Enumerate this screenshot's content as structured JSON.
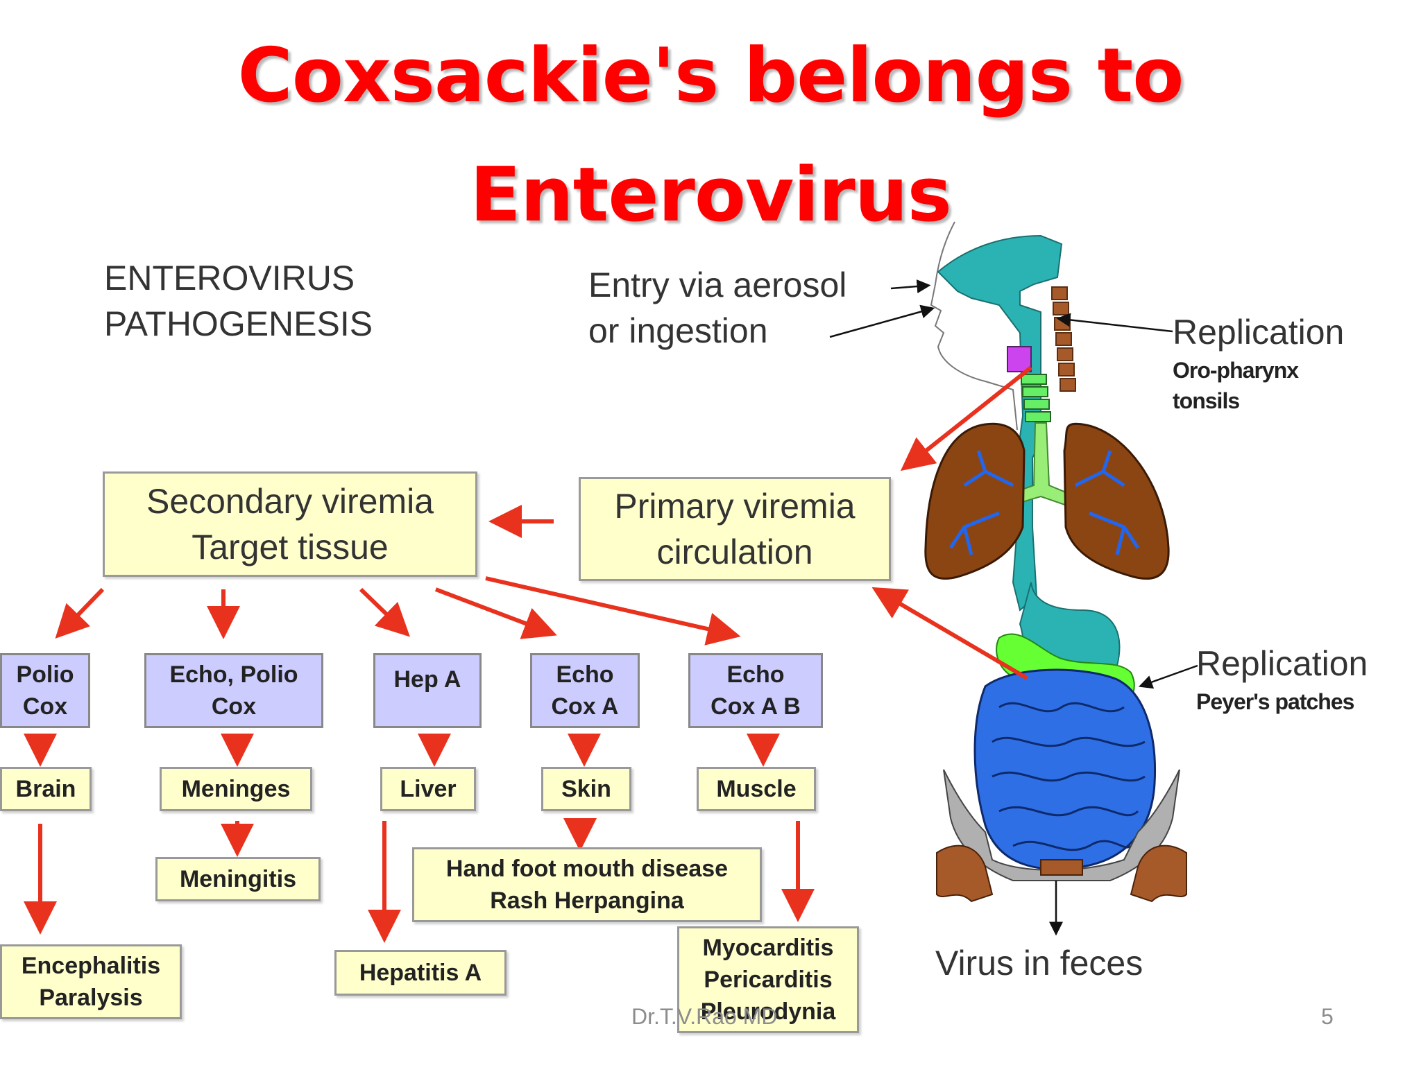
{
  "title": {
    "line1": "Coxsackie's  belongs to",
    "line2": "Enterovirus"
  },
  "heading": {
    "line1": "ENTEROVIRUS",
    "line2": "PATHOGENESIS"
  },
  "entry": {
    "line1": "Entry via aerosol",
    "line2": "or ingestion"
  },
  "replication_top": {
    "label": "Replication",
    "site1": "Oro-pharynx",
    "site2": "tonsils"
  },
  "replication_bottom": {
    "label": "Replication",
    "site": "Peyer's patches"
  },
  "feces": "Virus in feces",
  "primary_viremia": {
    "line1": "Primary viremia",
    "line2": "circulation"
  },
  "secondary_viremia": {
    "line1": "Secondary viremia",
    "line2": "Target tissue"
  },
  "viruses": [
    {
      "line1": "Polio",
      "line2": "Cox"
    },
    {
      "line1": "Echo, Polio",
      "line2": "Cox"
    },
    {
      "line1": "Hep A",
      "line2": ""
    },
    {
      "line1": "Echo",
      "line2": "Cox A"
    },
    {
      "line1": "Echo",
      "line2": "Cox A B"
    }
  ],
  "tissues": [
    "Brain",
    "Meninges",
    "Liver",
    "Skin",
    "Muscle"
  ],
  "diseases": {
    "meningitis": "Meningitis",
    "encephalitis": {
      "line1": "Encephalitis",
      "line2": "Paralysis"
    },
    "hepatitis": "Hepatitis A",
    "hfmd": {
      "line1": "Hand foot mouth disease",
      "line2": "Rash Herpangina"
    },
    "myocarditis": {
      "line1": "Myocarditis",
      "line2": "Pericarditis",
      "line3": "Pleurodynia"
    }
  },
  "footer": {
    "author": "Dr.T.V.Rao MD",
    "page": "5"
  },
  "colors": {
    "title": "#ff0000",
    "arrow": "#e8321e",
    "box_fill": "#ffffcc",
    "virus_fill": "#ccccff"
  }
}
